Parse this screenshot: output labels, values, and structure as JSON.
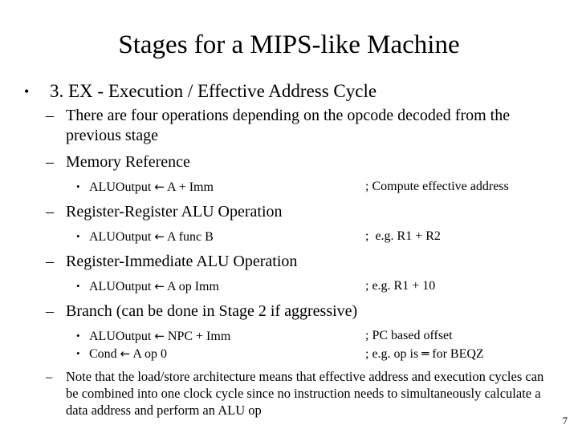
{
  "slide": {
    "title": "Stages for a MIPS-like Machine",
    "page_number": "7",
    "background_color": "#ffffff",
    "text_color": "#000000"
  },
  "bullets": {
    "level1": "3. EX - Execution / Effective Address Cycle",
    "bullet_mark": "•",
    "dash_mark": "–",
    "subbullet_mark": "•"
  },
  "sections": {
    "intro": "There are four operations depending on the opcode decoded from the previous stage",
    "memory_reference": {
      "heading": "Memory Reference",
      "ops": [
        {
          "op_pre": "ALUOutput ",
          "arrow": "←",
          "op_post": " A + Imm",
          "comment": "; Compute effective address"
        }
      ]
    },
    "register_register": {
      "heading": "Register-Register ALU Operation",
      "ops": [
        {
          "op_pre": "ALUOutput ",
          "arrow": "←",
          "op_post": " A func B",
          "comment": ";  e.g. R1 + R2"
        }
      ]
    },
    "register_immediate": {
      "heading": "Register-Immediate ALU Operation",
      "ops": [
        {
          "op_pre": "ALUOutput ",
          "arrow": "←",
          "op_post": " A op Imm",
          "comment": "; e.g. R1 + 10"
        }
      ]
    },
    "branch": {
      "heading": "Branch (can be done in Stage 2 if aggressive)",
      "ops": [
        {
          "op_pre": "ALUOutput ",
          "arrow": "←",
          "op_post": " NPC + Imm",
          "comment": "; PC based offset"
        },
        {
          "op_pre": "Cond ",
          "arrow": "←",
          "op_post": " A op 0",
          "comment_pre": "; e.g. op is ",
          "eqeq": "═",
          "comment_post": " for BEQZ"
        }
      ]
    },
    "note": "Note that the load/store architecture means that effective address and execution cycles can be combined into one clock cycle since no instruction needs to simultaneously calculate a data address and perform an ALU op"
  }
}
